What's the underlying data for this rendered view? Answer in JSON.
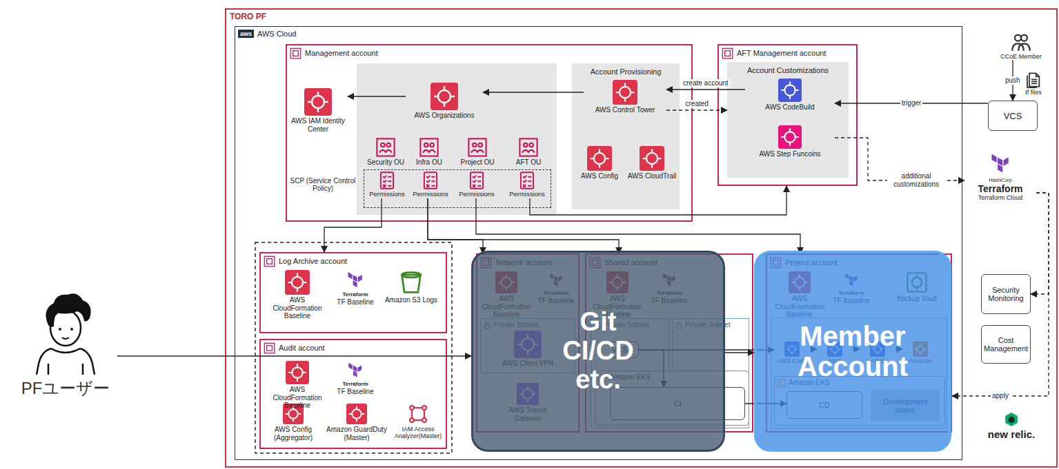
{
  "diagram": {
    "nodes": [
      {
        "text": [
          "TORO PF"
        ]
      },
      {
        "text": [
          "aws",
          "AWS Cloud"
        ],
        "in": 0
      },
      {
        "text": [
          "Management account"
        ],
        "in": 1
      },
      {
        "text": [
          "AWS IAM Identity Center"
        ],
        "in": 2
      },
      {
        "text": [
          "AWS Organizations"
        ],
        "in": 2
      },
      {
        "text": [
          "Security OU"
        ],
        "in": 2
      },
      {
        "text": [
          "Infra OU"
        ],
        "in": 2
      },
      {
        "text": [
          "Project OU"
        ],
        "in": 2
      },
      {
        "text": [
          "AFT OU"
        ],
        "in": 2
      },
      {
        "text": [
          "SCP (Service Control Policy)"
        ],
        "in": 2
      },
      {
        "text": [
          "Permissions"
        ],
        "in": 9
      },
      {
        "text": [
          "Permissions"
        ],
        "in": 9
      },
      {
        "text": [
          "Permissions"
        ],
        "in": 9
      },
      {
        "text": [
          "Permissions"
        ],
        "in": 9
      },
      {
        "text": [
          "Account Provisioning"
        ],
        "in": 2
      },
      {
        "text": [
          "AWS Control Tower"
        ],
        "in": 14
      },
      {
        "text": [
          "AWS Config"
        ],
        "in": 14
      },
      {
        "text": [
          "AWS CloudTrail"
        ],
        "in": 14
      },
      {
        "text": [
          "AFT Management account"
        ],
        "in": 1
      },
      {
        "text": [
          "Account Customizations"
        ],
        "in": 18
      },
      {
        "text": [
          "AWS CodeBuild"
        ],
        "in": 19
      },
      {
        "text": [
          "AWS Step Funcoins"
        ],
        "in": 19
      },
      {
        "text": [
          "Log Archive account"
        ],
        "in": 1
      },
      {
        "text": [
          "AWS CloudFormation Baseline"
        ],
        "in": 22
      },
      {
        "text": [
          "Terraform",
          "TF Baseline"
        ],
        "in": 22
      },
      {
        "text": [
          "Amazon S3 Logs"
        ],
        "in": 22
      },
      {
        "text": [
          "Audit account"
        ],
        "in": 1
      },
      {
        "text": [
          "AWS CloudFormation Baseline"
        ],
        "in": 26
      },
      {
        "text": [
          "Terraform",
          "TF Baseline"
        ],
        "in": 26
      },
      {
        "text": [
          "AWS Config (Aggregator)"
        ],
        "in": 26
      },
      {
        "text": [
          "Amazon GuardDuty (Master)"
        ],
        "in": 26
      },
      {
        "text": [
          "IAM Access Analyzer(Master)"
        ],
        "in": 26
      },
      {
        "text": [
          "Network account"
        ],
        "in": 1
      },
      {
        "text": [
          "AWS CloudFormation Baseline"
        ],
        "in": 32
      },
      {
        "text": [
          "Terraform",
          "TF Baseline"
        ],
        "in": 32
      },
      {
        "text": [
          "Private Subnet"
        ],
        "in": 32
      },
      {
        "text": [
          "AWS Client VPN"
        ],
        "in": 35
      },
      {
        "text": [
          "AWS Transit Gateway"
        ],
        "in": 32
      },
      {
        "text": [
          "Shared account"
        ],
        "in": 1
      },
      {
        "text": [
          "AWS CloudFormation Baseline"
        ],
        "in": 38
      },
      {
        "text": [
          "Terraform",
          "TF Baseline"
        ],
        "in": 38
      },
      {
        "text": [
          "Private Subnet"
        ],
        "in": 38
      },
      {
        "text": [
          "Private Subnet"
        ],
        "in": 38
      },
      {
        "text": [
          "VCS"
        ],
        "in": 41
      },
      {
        "text": [
          "Amazon EKS"
        ],
        "in": 38
      },
      {
        "text": [
          "CI"
        ],
        "in": 44
      },
      {
        "text": [
          "Project account"
        ],
        "in": 1
      },
      {
        "text": [
          "AWS CloudFormation Baseline"
        ],
        "in": 46
      },
      {
        "text": [
          "Terraform",
          "TF Baseline"
        ],
        "in": 46
      },
      {
        "text": [
          "Backup Vault"
        ],
        "in": 46
      },
      {
        "text": [
          "AWS Code"
        ],
        "in": 46
      },
      {
        "text": [
          "AWS"
        ],
        "in": 46
      },
      {
        "text": [
          "AWS"
        ],
        "in": 46
      },
      {
        "text": [
          "Amazon"
        ],
        "in": 46
      },
      {
        "text": [
          "Amazon EKS"
        ],
        "in": 46
      },
      {
        "text": [
          "CD"
        ],
        "in": 54
      },
      {
        "text": [
          "Development space"
        ],
        "in": 54
      },
      {
        "text": [
          "Git CI/CD etc."
        ],
        "in": 1
      },
      {
        "text": [
          "Member Account"
        ],
        "in": 1
      },
      {
        "text": [
          "CCoE Member"
        ],
        "in": 0
      },
      {
        "text": [
          "tf files"
        ],
        "in": 0
      },
      {
        "text": [
          "VCS"
        ],
        "in": 0
      },
      {
        "text": [
          "HashiCorp",
          "Terraform",
          "Terraform Cloud"
        ],
        "in": 0
      },
      {
        "text": [
          "Security Monitoring"
        ],
        "in": 0
      },
      {
        "text": [
          "Cost Management"
        ],
        "in": 0
      },
      {
        "text": [
          "new relic."
        ],
        "in": 0
      },
      {
        "text": [
          "PFユーザー"
        ]
      }
    ],
    "edges": [
      {
        "from": 4,
        "to": 3,
        "arrow": "to"
      },
      {
        "from": 15,
        "to": 4,
        "arrow": "to"
      },
      {
        "from": 20,
        "to": 15,
        "label": "create account",
        "arrow": "to"
      },
      {
        "from": 15,
        "to": 19,
        "label": "created",
        "arrow": "to"
      },
      {
        "from": 61,
        "to": 20,
        "label": "trigger",
        "arrow": "to"
      },
      {
        "from": 59,
        "to": 61,
        "label": "push",
        "arrow": "to"
      },
      {
        "from": 21,
        "to": 62,
        "label": "additional customizations",
        "arrow": "to"
      },
      {
        "from": 62,
        "to": 46,
        "label": "apply",
        "arrow": "to"
      },
      {
        "from": 62,
        "to": 63,
        "arrow": "to"
      },
      {
        "from": 10,
        "to": 22,
        "arrow": "to"
      },
      {
        "from": 11,
        "to": 32,
        "arrow": "to"
      },
      {
        "from": 11,
        "to": 38,
        "arrow": "to"
      },
      {
        "from": 12,
        "to": 46,
        "arrow": "to"
      },
      {
        "from": 13,
        "to": 18,
        "arrow": "to"
      },
      {
        "from": 66,
        "to": 57,
        "arrow": "to"
      },
      {
        "from": 57,
        "to": 58,
        "arrow": "to"
      },
      {
        "from": 43,
        "to": 50,
        "arrow": "to"
      },
      {
        "from": 43,
        "to": 45,
        "arrow": "to"
      },
      {
        "from": 45,
        "to": 55,
        "arrow": "to"
      },
      {
        "from": 50,
        "to": 51,
        "arrow": "to"
      },
      {
        "from": 51,
        "to": 52,
        "arrow": "to"
      },
      {
        "from": 52,
        "to": 53,
        "arrow": "to"
      }
    ]
  }
}
